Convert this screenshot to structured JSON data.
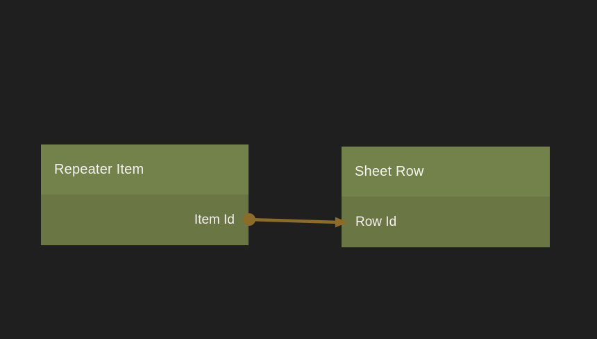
{
  "canvas": {
    "background_color": "#1f1f1f"
  },
  "nodes": [
    {
      "title": "Repeater Item",
      "fields": [
        {
          "label": "Item Id"
        }
      ],
      "header_color": "#73814a",
      "body_color": "#6a7745"
    },
    {
      "title": "Sheet Row",
      "fields": [
        {
          "label": "Row Id"
        }
      ],
      "header_color": "#73814a",
      "body_color": "#6a7745"
    }
  ],
  "connection": {
    "from_node": "Repeater Item",
    "from_field": "Item Id",
    "to_node": "Sheet Row",
    "to_field": "Row Id",
    "color": "#8c6c26"
  },
  "text_color": "#f2f3ee"
}
